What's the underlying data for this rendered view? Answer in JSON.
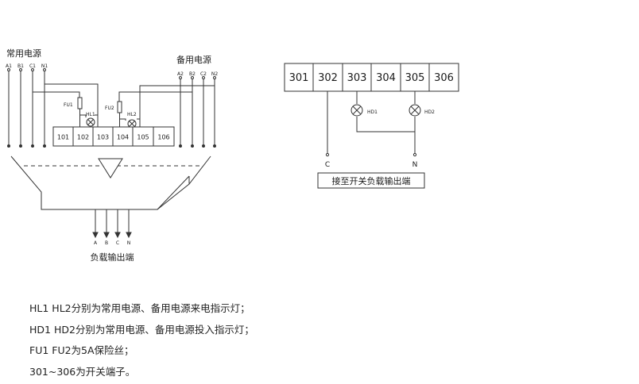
{
  "left": {
    "title": "常用电源",
    "source_terminals": [
      "A1",
      "B1",
      "C1",
      "N1"
    ],
    "backup_title": "备用电源",
    "backup_terminals": [
      "A2",
      "B2",
      "C2",
      "N2"
    ],
    "fuse_labels": [
      "FU1",
      "FU2"
    ],
    "lamp_labels": [
      "HL1",
      "HL2"
    ],
    "terminal_block": [
      "101",
      "102",
      "103",
      "104",
      "105",
      "106"
    ],
    "output_terminals": [
      "A",
      "B",
      "C",
      "N"
    ],
    "output_label": "负载输出端"
  },
  "right": {
    "terminal_block": [
      "301",
      "302",
      "303",
      "304",
      "305",
      "306"
    ],
    "lamp_labels": [
      "HD1",
      "HD2"
    ],
    "bottom_terminals": [
      "C",
      "N"
    ],
    "output_label": "接至开关负载输出端"
  },
  "notes": [
    "HL1 HL2分别为常用电源、备用电源来电指示灯；",
    "HD1 HD2分别为常用电源、备用电源投入指示灯；",
    "FU1 FU2为5A保险丝；",
    "301~306为开关端子。"
  ]
}
